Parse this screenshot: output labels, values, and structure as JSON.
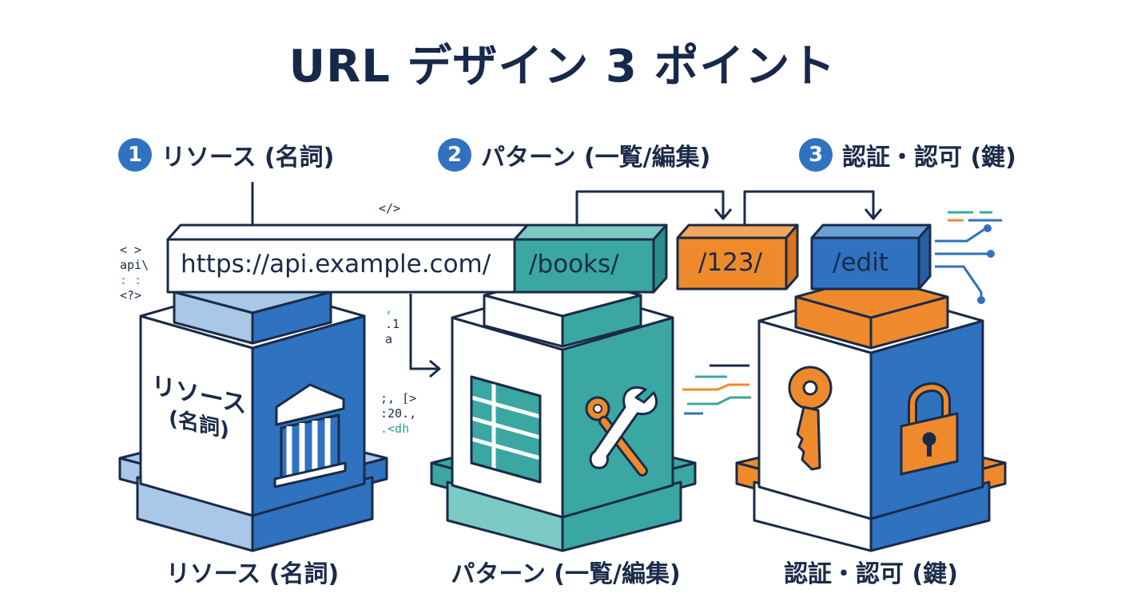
{
  "title": "URL デザイン 3 ポイント",
  "points": [
    {
      "number": "1",
      "heading": "リソース (名詞)",
      "caption": "リソース (名詞)",
      "cube_label_line1": "リソース",
      "cube_label_line2": "(名詞)",
      "icon": "bank-building-icon"
    },
    {
      "number": "2",
      "heading": "パターン (一覧/編集)",
      "caption": "パターン (一覧/編集)",
      "icon": "wrench-gear-icon"
    },
    {
      "number": "3",
      "heading": "認証・認可 (鍵)",
      "caption": "認証・認可 (鍵)",
      "icon": "padlock-icon"
    }
  ],
  "url_segments": {
    "base": "https://api.example.com/",
    "resource": "/books/",
    "id": "/123/",
    "action": "/edit"
  },
  "code_snippets": {
    "top_tag": "</>",
    "left_line1": "< >",
    "left_line2": "api\\",
    "left_line3": ": :",
    "left_line4": "<?>",
    "mid_line1": ",",
    "mid_line2": ".1",
    "mid_line3": "a",
    "mid2_line1": ";, [>",
    "mid2_line2": ":20.,",
    "mid2_line3": ".<dh"
  },
  "colors": {
    "blue": "#2f72c0",
    "light_blue": "#a9c7e6",
    "teal": "#3aa7a2",
    "orange": "#ef8a2c",
    "navy": "#1a2b49"
  }
}
